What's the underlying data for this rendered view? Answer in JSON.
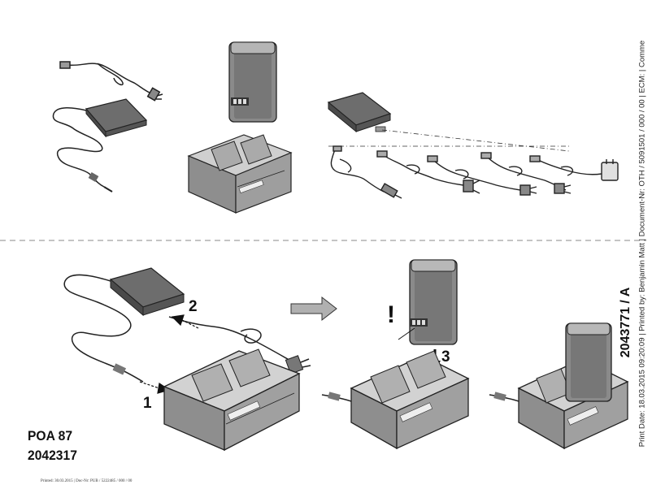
{
  "labels": {
    "model": "POA 87",
    "part_number": "2042317",
    "document_number": "2043771 / A",
    "step_1": "1",
    "step_2": "2",
    "step_3": "3",
    "warning": "!"
  },
  "print_info": {
    "sidebar": "Print Date: 18.03.2015 09:20:09 | Printed by: Benjamin Matt | Document-Nr: OTH / 5091501 / 000 / 00 | ECM: | Comme",
    "footer": "Printed: 30.03.2015 | Doc-Nr: PUB / 5222485 / 000 / 00"
  },
  "colors": {
    "ink": "#1a1a1a",
    "device_fill": "#8e8e8e",
    "device_light": "#c4c4c4",
    "device_dark": "#6a6a6a",
    "divider": "#888888"
  }
}
